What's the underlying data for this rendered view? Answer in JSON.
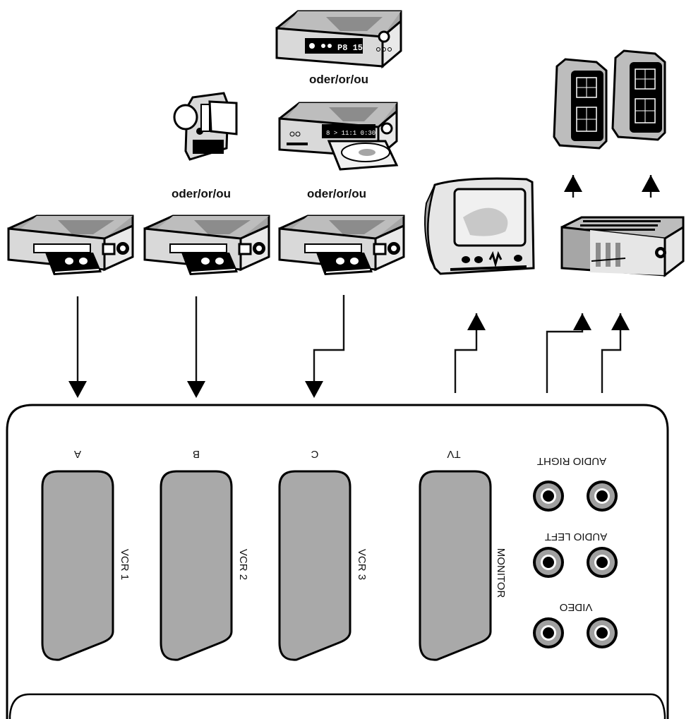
{
  "title": "Video switch connection diagram",
  "alternative_separator": "oder/or/ou",
  "sources": [
    {
      "id": "vcr1",
      "device": "VCR",
      "port_letter": "A",
      "port_name": "VCR 1",
      "alternatives": []
    },
    {
      "id": "vcr2",
      "device": "VCR",
      "port_letter": "B",
      "port_name": "VCR 2",
      "alternatives": [
        "Camcorder"
      ]
    },
    {
      "id": "vcr3",
      "device": "VCR",
      "port_letter": "C",
      "port_name": "VCR 3",
      "alternatives": [
        "DVD player",
        "Satellite / cable receiver"
      ]
    }
  ],
  "labels": {
    "or_camcorder": "oder/or/ou",
    "or_receiver": "oder/or/ou",
    "or_dvd": "oder/or/ou",
    "port_a": "A",
    "port_b": "B",
    "port_c": "C",
    "port_tv": "TV",
    "vcr1": "VCR 1",
    "vcr2": "VCR 2",
    "vcr3": "VCR 3",
    "monitor": "MONITOR",
    "audio_right": "AUDIO RIGHT",
    "audio_left": "AUDIO LEFT",
    "video": "VIDEO",
    "receiver_display": "P8 15",
    "dvd_display": "8 > 11:1  0:30"
  },
  "outputs": [
    {
      "id": "tv",
      "device": "TV",
      "port": "TV / MONITOR"
    },
    {
      "id": "amplifier",
      "device": "Amplifier",
      "ports": [
        "AUDIO LEFT",
        "AUDIO RIGHT"
      ],
      "feeds": [
        "Left speaker",
        "Right speaker"
      ]
    }
  ],
  "jack_rows": [
    "AUDIO RIGHT",
    "AUDIO LEFT",
    "VIDEO"
  ],
  "colors": {
    "line": "#111111",
    "device_body": "#d9d9d9",
    "device_top": "#a6a6a6",
    "port_fill": "#a9a9a9",
    "jack_ring": "#a0a0a0",
    "background": "#ffffff"
  },
  "note": "Panel text is rendered upside down (rotated 180°)."
}
